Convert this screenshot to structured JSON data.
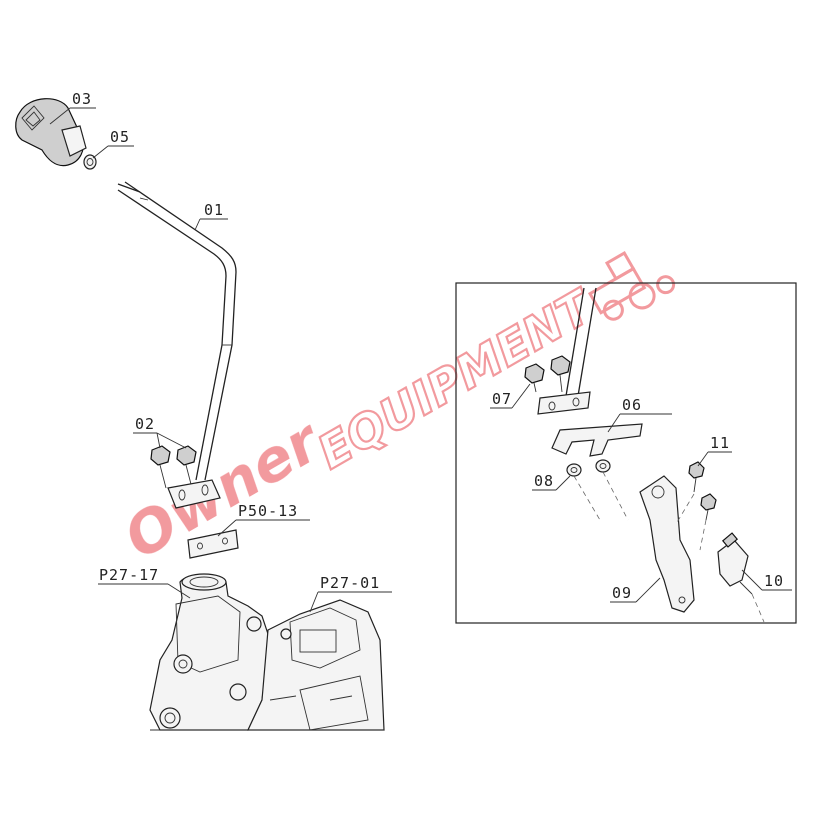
{
  "watermark": {
    "brand_script": "Owner",
    "brand_main": "EQUIPMENT",
    "color": "#e8474f"
  },
  "labels": {
    "p03": "03",
    "p05": "05",
    "p01": "01",
    "p02": "02",
    "p50_13": "P50-13",
    "p27_17": "P27-17",
    "p27_01": "P27-01",
    "p07": "07",
    "p06": "06",
    "p11": "11",
    "p08": "08",
    "p09": "09",
    "p10": "10"
  }
}
